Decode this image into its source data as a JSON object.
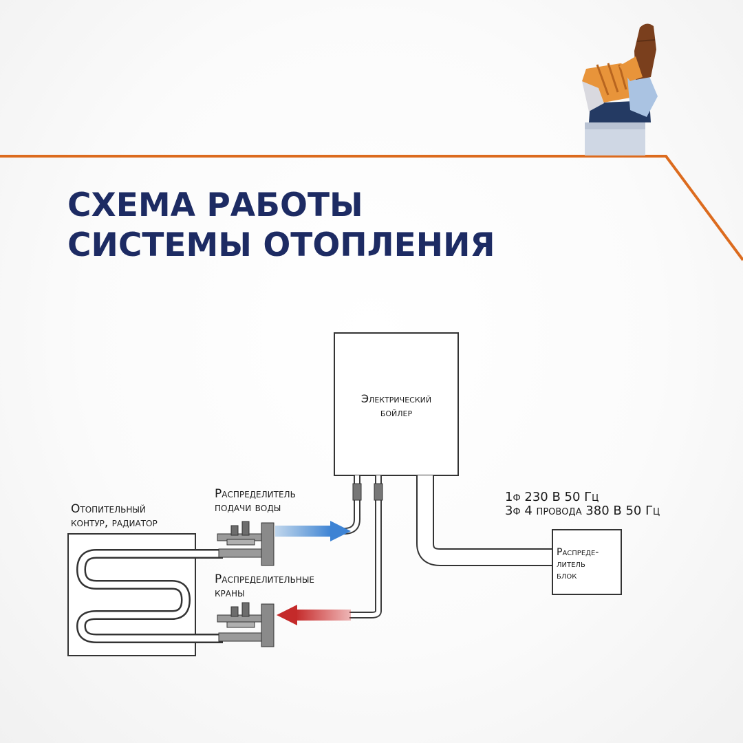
{
  "title": {
    "line1": "СХЕМА РАБОТЫ",
    "line2": "СИСТЕМЫ ОТОПЛЕНИЯ"
  },
  "diagram": {
    "boiler": {
      "line1": "Электрический",
      "line2": "бойлер"
    },
    "supply_distributor": {
      "line1": "Распределитель",
      "line2": "подачи воды"
    },
    "distribution_valves": {
      "line1": "Распределительные",
      "line2": "краны"
    },
    "heating_circuit": {
      "line1": "Отопительный",
      "line2": "контур, радиатор"
    },
    "distribution_block": {
      "line1": "Распреде-",
      "line2": "литель",
      "line3": "блок"
    },
    "power": {
      "line1": "1ф 230 В 50 Гц",
      "line2": "3ф 4 провода 380 В 50 Гц"
    }
  },
  "colors": {
    "title": "#1d2b63",
    "accent_line": "#dc6b1e",
    "supply_arrow": "#4f8fd0",
    "return_arrow": "#c42a2a"
  },
  "icons": [
    "glove-pointing-up-icon"
  ]
}
